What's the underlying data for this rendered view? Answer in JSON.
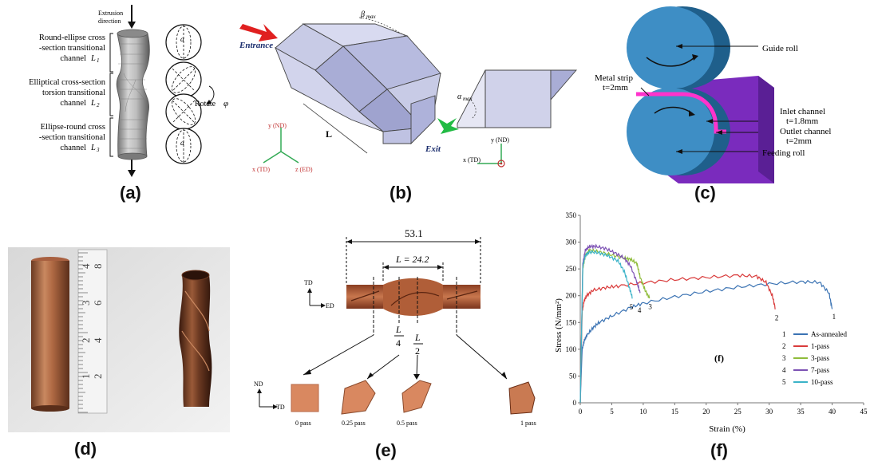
{
  "panel_labels": {
    "a": "(a)",
    "b": "(b)",
    "c": "(c)",
    "d": "(d)",
    "e": "(e)",
    "f": "(f)"
  },
  "panel_a": {
    "extrusion_direction": [
      "Extrusion",
      "direction"
    ],
    "channel_1": [
      "Round-ellipse cross",
      "-section transitional",
      "channel"
    ],
    "channel_1_sym": "L",
    "channel_1_sub": "1",
    "channel_2": [
      "Elliptical  cross-section",
      "torsion transitional",
      "channel"
    ],
    "channel_2_sym": "L",
    "channel_2_sub": "2",
    "channel_3": [
      "Ellipse-round cross",
      "-section transitional",
      "channel"
    ],
    "channel_3_sym": "L",
    "channel_3_sub": "3",
    "rotate": "Rotate",
    "phi": "φ",
    "circle_label_top": "a",
    "circle_label_bottom": "a"
  },
  "panel_b": {
    "entrance": "Entrance",
    "exit": "Exit",
    "beta": "β",
    "beta_sub": "max",
    "alpha": "α",
    "alpha_sub": "max",
    "length": "L",
    "axis_y": "y (ND)",
    "axis_x": "x (TD)",
    "axis_z": "z (ED)",
    "axis_y2": "y (ND)",
    "axis_x2": "x (TD)"
  },
  "panel_c": {
    "guide_roll": "Guide roll",
    "metal_strip": [
      "Metal strip",
      "t=2mm"
    ],
    "inlet_channel": [
      "Inlet channel",
      "t=1.8mm"
    ],
    "outlet_channel": [
      "Outlet channel",
      "t=2mm"
    ],
    "feeding_roll": "Feeding roll"
  },
  "panel_d": {
    "ruler_numbers": [
      "4",
      "8",
      "3",
      "6",
      "2",
      "4",
      "1",
      "2"
    ]
  },
  "panel_e": {
    "total_length": "53.1",
    "l_length": "L = 24.2",
    "td": "TD",
    "ed": "ED",
    "nd": "ND",
    "td2": "TD",
    "quarter_top": "L",
    "quarter_bottom": "4",
    "half_top": "L",
    "half_bottom": "2",
    "passes": [
      "0 pass",
      "0.25 pass",
      "0.5 pass",
      "1 pass"
    ]
  },
  "colors": {
    "as_annealed": "#3b73b3",
    "pass_1": "#d93b3b",
    "pass_3": "#8fbc3b",
    "pass_7": "#7d52b4",
    "pass_10": "#3bb3c8",
    "copper": "#b66a45"
  },
  "chart_data": {
    "type": "line",
    "title": "",
    "panel_mark": "(f)",
    "xlabel": "Strain (%)",
    "ylabel": "Stress (N/mm²)",
    "xlim": [
      0,
      45
    ],
    "ylim": [
      0,
      350
    ],
    "xticks": [
      0,
      5,
      10,
      15,
      20,
      25,
      30,
      35,
      40,
      45
    ],
    "yticks": [
      0,
      50,
      100,
      150,
      200,
      250,
      300,
      350
    ],
    "legend_position": "bottom-right",
    "series": [
      {
        "name": "As-annealed",
        "number": "1",
        "color": "#3b73b3",
        "x": [
          0,
          0.3,
          0.6,
          1,
          2,
          3,
          5,
          8,
          10,
          15,
          20,
          25,
          30,
          35,
          38,
          39.5,
          40
        ],
        "y": [
          0,
          100,
          115,
          125,
          140,
          150,
          162,
          178,
          186,
          198,
          208,
          216,
          222,
          226,
          225,
          205,
          175
        ]
      },
      {
        "name": "1-pass",
        "number": "2",
        "color": "#d93b3b",
        "x": [
          0,
          0.3,
          0.6,
          1,
          2,
          4,
          6,
          10,
          15,
          20,
          25,
          28,
          29.5,
          30.5,
          31
        ],
        "y": [
          0,
          170,
          190,
          200,
          210,
          215,
          218,
          224,
          230,
          234,
          238,
          236,
          225,
          200,
          175
        ]
      },
      {
        "name": "3-pass",
        "number": "3",
        "color": "#8fbc3b",
        "x": [
          0,
          0.4,
          0.8,
          1.5,
          3,
          5,
          7,
          8,
          9,
          9.5,
          10.3,
          11
        ],
        "y": [
          0,
          250,
          275,
          285,
          282,
          276,
          270,
          268,
          260,
          235,
          210,
          195
        ]
      },
      {
        "name": "7-pass",
        "number": "4",
        "color": "#7d52b4",
        "x": [
          0,
          0.4,
          0.8,
          1.5,
          2.5,
          4,
          5.5,
          7,
          8,
          9,
          9.5
        ],
        "y": [
          0,
          260,
          285,
          292,
          292,
          288,
          280,
          270,
          255,
          225,
          205
        ]
      },
      {
        "name": "10-pass",
        "number": "5",
        "color": "#3bb3c8",
        "x": [
          0,
          0.4,
          0.8,
          1.5,
          3,
          4.5,
          6,
          7,
          7.8,
          8.3
        ],
        "y": [
          0,
          255,
          275,
          282,
          280,
          274,
          265,
          245,
          215,
          195
        ]
      }
    ],
    "end_labels": [
      {
        "label": "1",
        "x": 40.3,
        "y": 168
      },
      {
        "label": "2",
        "x": 31.2,
        "y": 166
      },
      {
        "label": "3",
        "x": 11.1,
        "y": 187
      },
      {
        "label": "4",
        "x": 9.4,
        "y": 180
      },
      {
        "label": "5",
        "x": 8.1,
        "y": 186
      }
    ]
  }
}
